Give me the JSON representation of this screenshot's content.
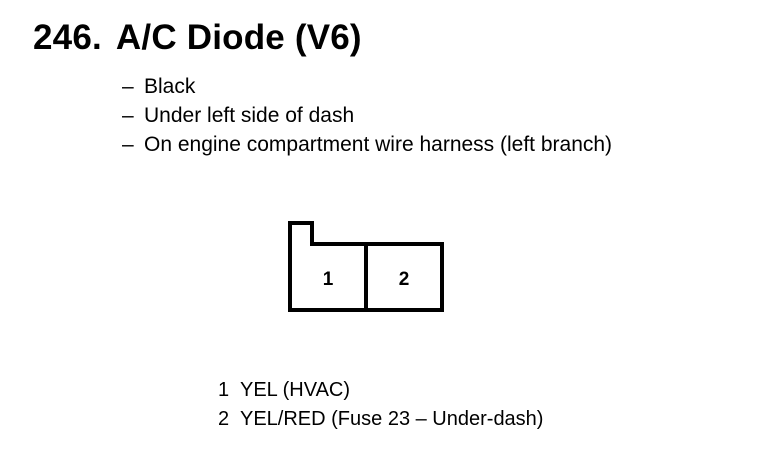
{
  "header": {
    "number": "246.",
    "title": "A/C Diode (V6)"
  },
  "notes": [
    {
      "dash": "–",
      "text": "Black"
    },
    {
      "dash": "–",
      "text": "Under left side of dash"
    },
    {
      "dash": "–",
      "text": "On engine compartment wire harness (left branch)"
    }
  ],
  "connector": {
    "cavities": [
      "1",
      "2"
    ]
  },
  "pins": [
    {
      "num": "1",
      "desc": "YEL (HVAC)"
    },
    {
      "num": "2",
      "desc": "YEL/RED (Fuse 23 – Under-dash)"
    }
  ]
}
